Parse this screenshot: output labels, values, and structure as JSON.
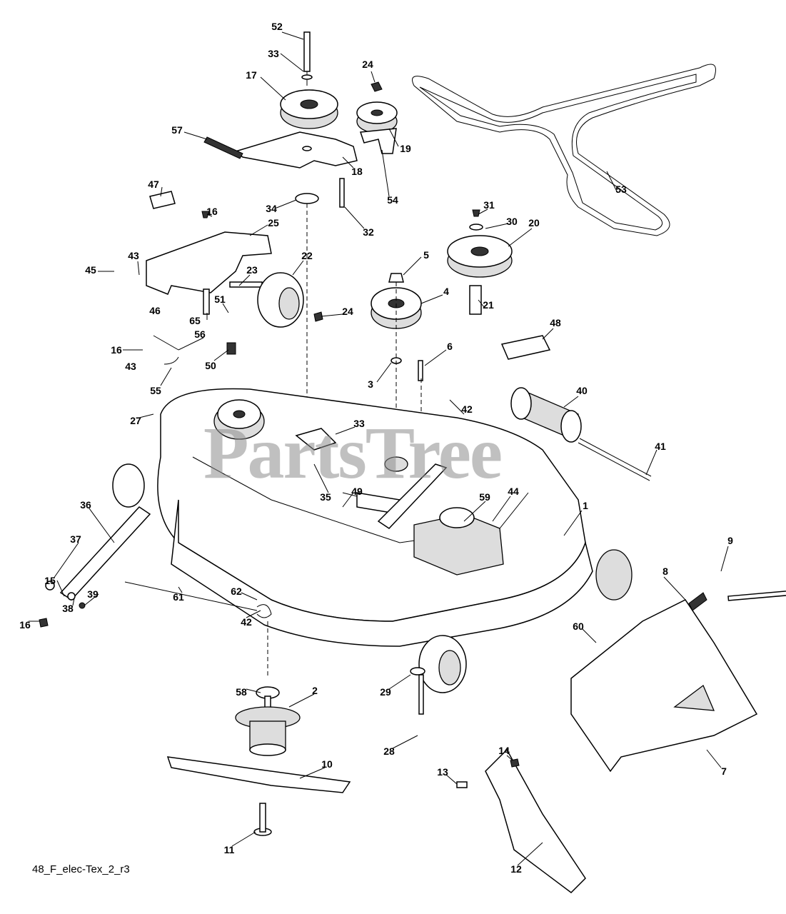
{
  "diagram": {
    "caption": "48_F_elec-Tex_2_r3",
    "watermark": "PartsTree",
    "part_labels": [
      "52",
      "33",
      "24",
      "17",
      "19",
      "57",
      "18",
      "54",
      "47",
      "16",
      "34",
      "32",
      "31",
      "30",
      "20",
      "53",
      "25",
      "43",
      "45",
      "46",
      "65",
      "23",
      "22",
      "5",
      "4",
      "21",
      "24",
      "51",
      "56",
      "16",
      "43",
      "50",
      "55",
      "3",
      "6",
      "48",
      "40",
      "27",
      "42",
      "33",
      "41",
      "35",
      "49",
      "59",
      "44",
      "1",
      "36",
      "37",
      "9",
      "15",
      "38",
      "39",
      "61",
      "62",
      "8",
      "16",
      "42",
      "60",
      "58",
      "2",
      "29",
      "28",
      "7",
      "10",
      "14",
      "13",
      "11",
      "12"
    ]
  }
}
